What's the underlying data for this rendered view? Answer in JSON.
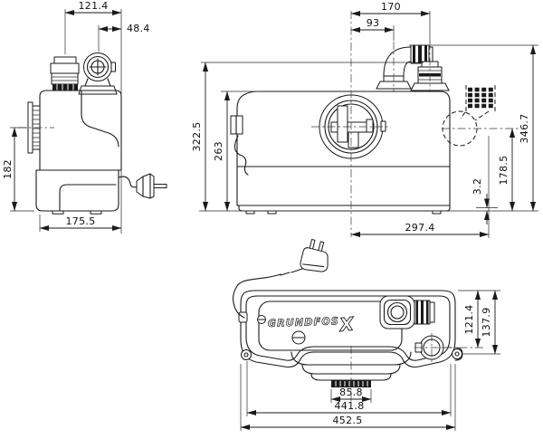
{
  "brand": {
    "name": "GRUNDFOS",
    "mark": "X"
  },
  "dims": {
    "side": {
      "top_width": "121.4",
      "top_offset": "48.4",
      "inlet_height": "182",
      "depth": "175.5"
    },
    "front": {
      "vent_offset": "170",
      "outlet_offset": "93",
      "height_to_outlet": "322.5",
      "tank_height": "263",
      "total_height": "346.7",
      "side_inlet_height": "178.5",
      "base_clearance": "3.2",
      "base_width": "297.4"
    },
    "top": {
      "port_depth": "121.4",
      "lug_depth": "137.9",
      "outlet_width": "85.8",
      "lug_span": "441.8",
      "overall_width": "452.5"
    }
  }
}
